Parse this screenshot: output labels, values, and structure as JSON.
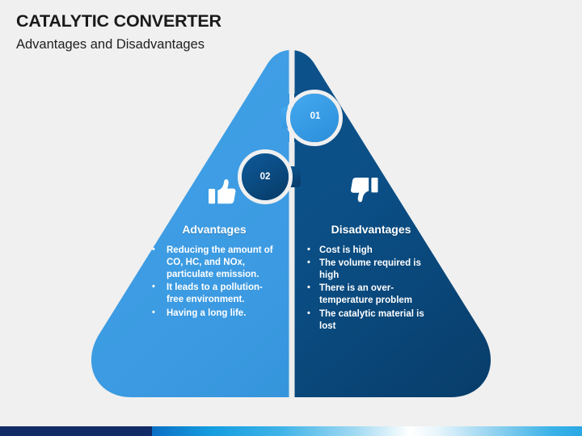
{
  "header": {
    "title": "CATALYTIC CONVERTER",
    "subtitle": "Advantages and Disadvantages"
  },
  "colors": {
    "background": "#f0f0f0",
    "light_blue": "#3b9ae1",
    "light_blue_dark": "#2e8ed6",
    "dark_blue": "#0b4f86",
    "dark_blue_darker": "#093f6d",
    "white": "#ffffff",
    "divider": "#eceded",
    "bar_navy": "#122a66",
    "title_text": "#1a1a1a"
  },
  "knobs": [
    {
      "id": "01",
      "label": "01",
      "side": "right",
      "fill": "light_blue"
    },
    {
      "id": "02",
      "label": "02",
      "side": "left",
      "fill": "dark_blue"
    }
  ],
  "panels": {
    "left": {
      "icon": "thumbs-up-icon",
      "heading": "Advantages",
      "bullets": [
        "Reducing the amount of CO, HC, and NOx, particulate emission.",
        "It leads to a pollution-free environment.",
        "Having a long life."
      ]
    },
    "right": {
      "icon": "thumbs-down-icon",
      "heading": "Disadvantages",
      "bullets": [
        "Cost is high",
        "The volume required is high",
        "There is an over-temperature problem",
        "The catalytic material is lost"
      ]
    }
  }
}
